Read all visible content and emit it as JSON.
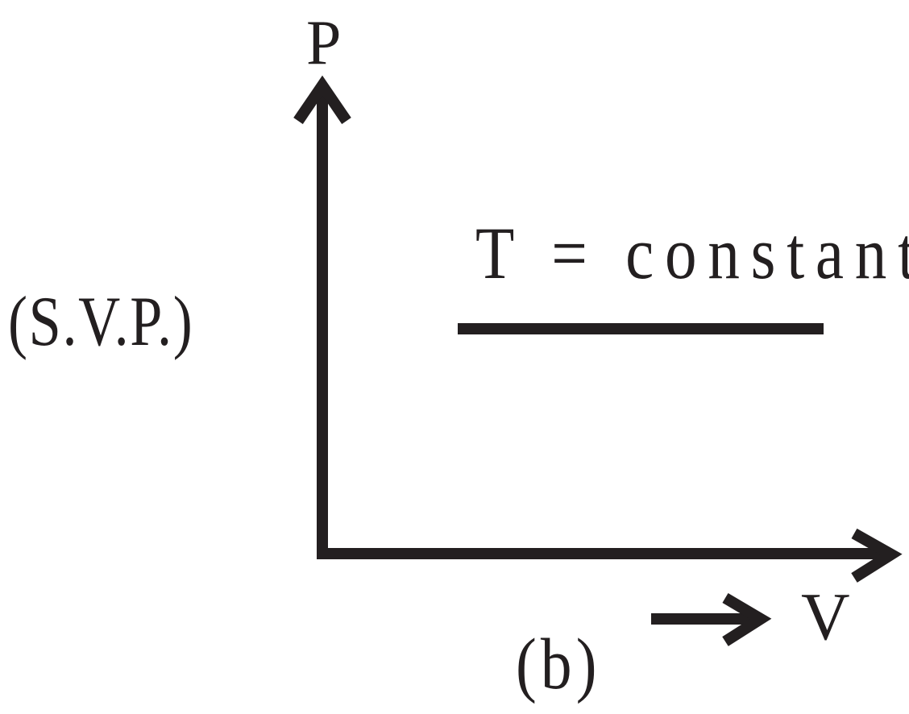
{
  "labels": {
    "y_axis": "P",
    "y_quantity": "(S.V.P.)",
    "line_label": "T = constant",
    "x_axis": "V",
    "panel": "(b)"
  },
  "colors": {
    "ink": "#231f20",
    "background": "#ffffff"
  }
}
